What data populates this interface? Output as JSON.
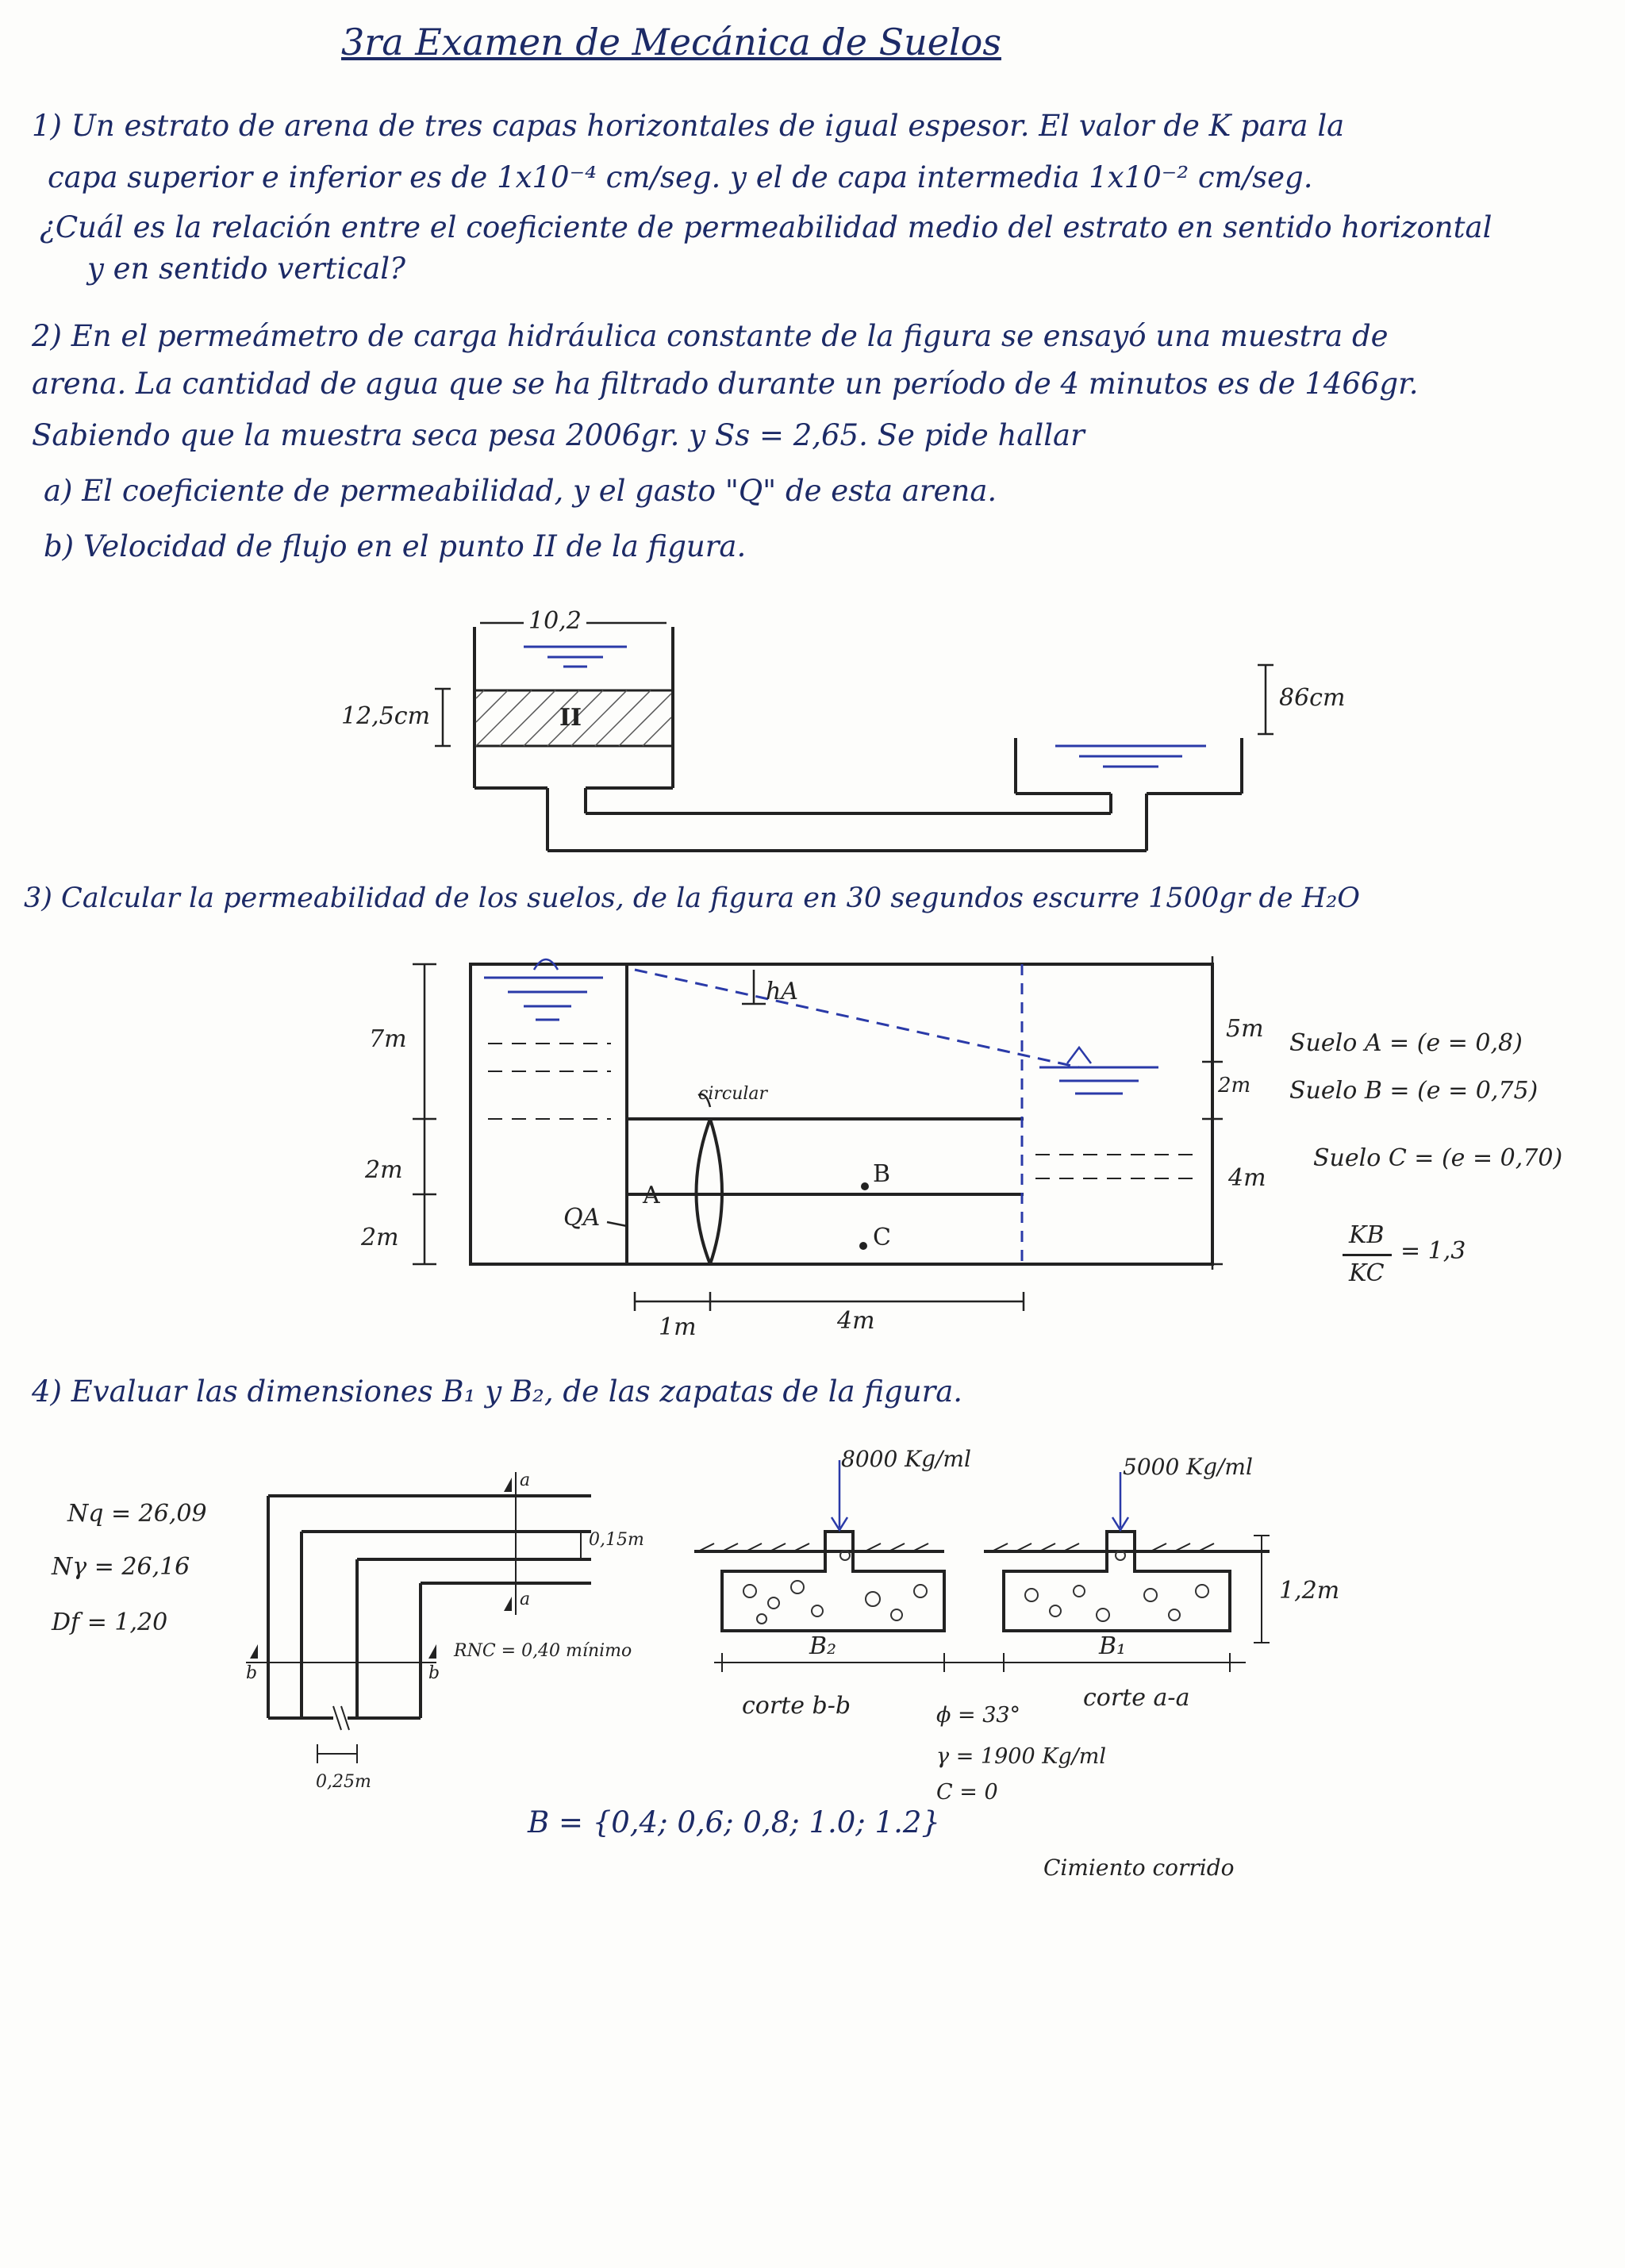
{
  "title": "3ra Examen de Mecánica de Suelos",
  "q1": {
    "line1": "1) Un estrato de arena de tres capas horizontales de igual espesor. El valor de K para la",
    "line2": "capa superior e inferior es de 1x10⁻⁴ cm/seg. y el de capa intermedia 1x10⁻² cm/seg.",
    "line3": "¿Cuál es la relación entre el coeficiente de permeabilidad medio del estrato en sentido horizontal",
    "line4": "y en sentido vertical?"
  },
  "q2": {
    "line1": "2) En el permeámetro de carga hidráulica constante de la figura se ensayó una muestra de",
    "line2": "arena. La cantidad de agua que se ha filtrado durante un período de 4 minutos es de 1466gr.",
    "line3": "Sabiendo que la muestra seca pesa 2006gr. y Ss = 2,65. Se pide hallar",
    "line4": "a) El coeficiente de permeabilidad, y el gasto \"Q\" de esta arena.",
    "line5": "b) Velocidad de flujo en el punto II de la figura.",
    "fig": {
      "width_label": "10,2",
      "height_label": "12,5cm",
      "point_label": "II",
      "head_label": "86cm"
    }
  },
  "q3": {
    "text": "3) Calcular la permeabilidad de los suelos, de la figura en 30 segundos escurre 1500gr de H₂O",
    "fig": {
      "dim_left_top": "7m",
      "dim_left_mid": "2m",
      "dim_left_bot": "2m",
      "dim_right_top": "5m",
      "dim_right_mid": "2m",
      "dim_right_bot": "4m",
      "dim_bottom_a": "1m",
      "dim_bottom_b": "4m",
      "h_label": "hA",
      "circular_label": "circular",
      "q_label": "QA",
      "point_a": "A",
      "point_b": "B",
      "point_c": "C",
      "soil_a": "Suelo A = (e = 0,8)",
      "soil_b": "Suelo B = (e = 0,75)",
      "soil_c": "Suelo C = (e = 0,70)",
      "ratio_num": "KB",
      "ratio_den": "KC",
      "ratio_val": "= 1,3"
    }
  },
  "q4": {
    "text": "4) Evaluar las dimensiones B₁ y B₂, de las zapatas de la figura.",
    "nq": "Nq = 26,09",
    "ng": "Nγ = 26,16",
    "df": "Df = 1,20",
    "dim_015": "0,15m",
    "rnc": "RNC = 0,40 mínimo",
    "dim_025": "0,25m",
    "cut_a": "a",
    "cut_b": "b",
    "load_left": "8000 Kg/ml",
    "load_right": "5000 Kg/ml",
    "depth": "1,2m",
    "b2": "B₂",
    "b1": "B₁",
    "corte_bb": "corte b-b",
    "corte_aa": "corte a-a",
    "phi": "ϕ = 33°",
    "gamma": "γ = 1900 Kg/ml",
    "c": "C = 0",
    "b_set": "B = {0,4; 0,6; 0,8; 1.0; 1.2}",
    "cimiento": "Cimiento corrido"
  }
}
